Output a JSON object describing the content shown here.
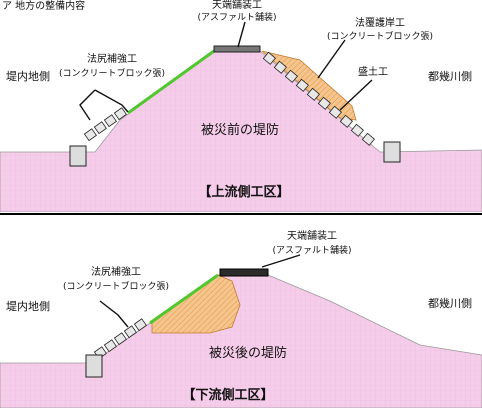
{
  "header_fragment": "ア 地方の整備内容",
  "colors": {
    "embankment": "#f4cde9",
    "grid": "#f7b8e3",
    "fill": "#f6c58d",
    "fill_hatch": "#d98c35",
    "green": "#4fc72d",
    "block": "#e8e8e8",
    "pavement": "#2b2b2b",
    "text": "#111111"
  },
  "upstream": {
    "label_crest": "天端舗装工",
    "label_crest_sub": "(アスファルト舗装)",
    "label_revetment": "法覆護岸工",
    "label_revetment_sub": "(コンクリートブロック張)",
    "label_toe": "法尻補強工",
    "label_toe_sub": "(コンクリートブロック張)",
    "label_fill": "盛土工",
    "label_inland": "堤内地側",
    "label_river": "都幾川側",
    "label_levee": "被災前の堤防",
    "section_title": "【上流側工区】"
  },
  "downstream": {
    "label_crest": "天端舗装工",
    "label_crest_sub": "(アスファルト舗装)",
    "label_toe": "法尻補強工",
    "label_toe_sub": "(コンクリートブロック張)",
    "label_inland": "堤内地側",
    "label_river": "都幾川側",
    "label_levee": "被災後の堤防",
    "section_title": "【下流側工区】"
  }
}
